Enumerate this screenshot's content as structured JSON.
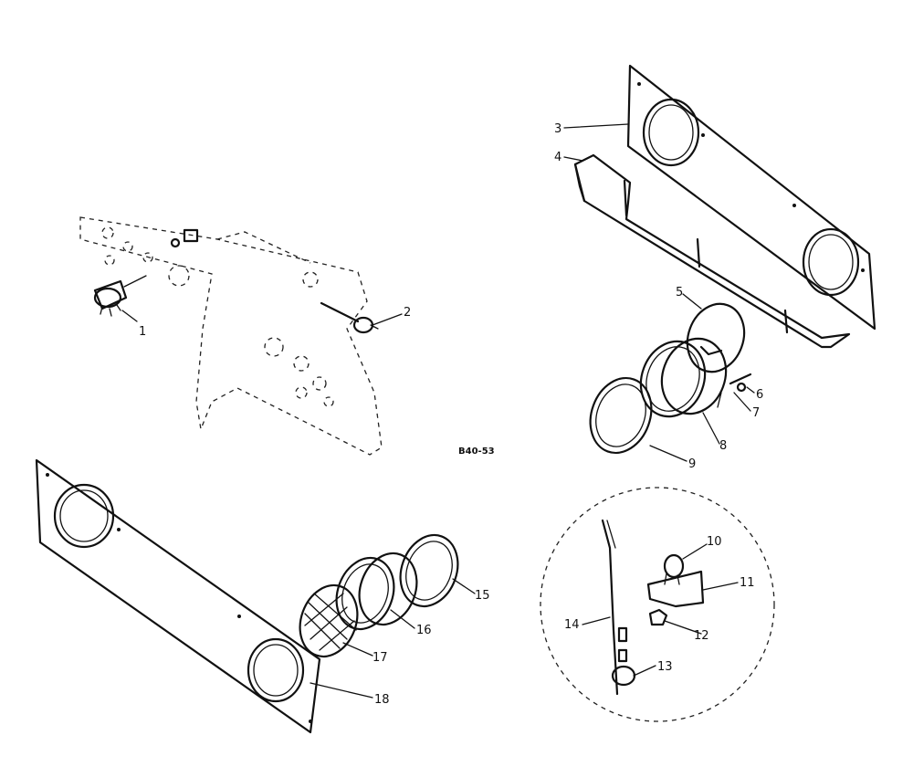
{
  "diagram": {
    "code": "B40-53",
    "callouts": [
      "1",
      "2",
      "3",
      "4",
      "5",
      "6",
      "7",
      "8",
      "9",
      "10",
      "11",
      "12",
      "13",
      "14",
      "15",
      "16",
      "17",
      "18"
    ]
  }
}
